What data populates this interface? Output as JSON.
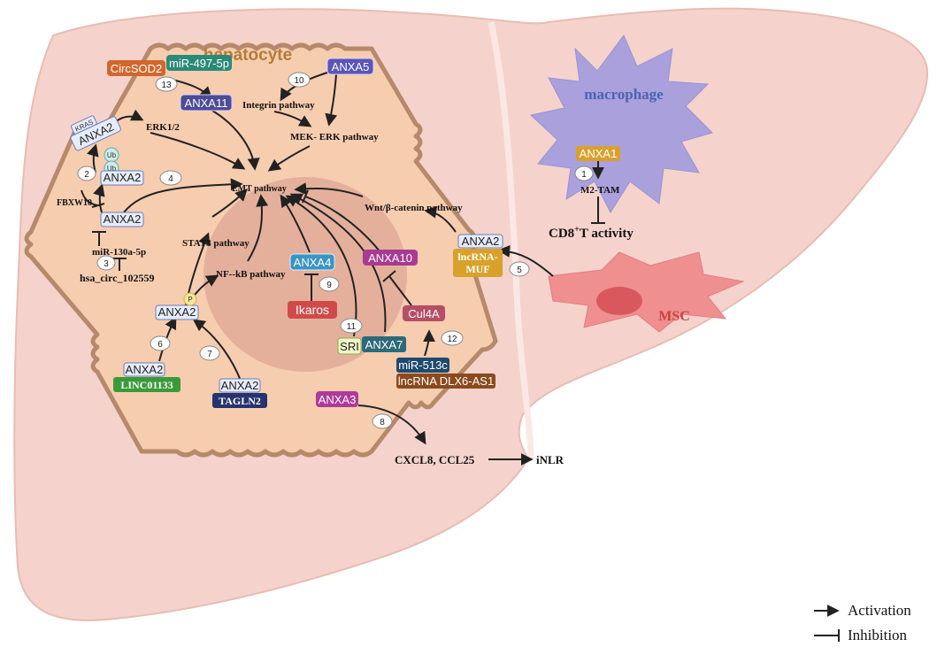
{
  "cells": {
    "hepatocyte": "hepatocyte",
    "macrophage": "macrophage",
    "msc": "MSC"
  },
  "boxes": {
    "circsod2": "CircSOD2",
    "mir497": "miR-497-5p",
    "anxa5": "ANXA5",
    "anxa11": "ANXA11",
    "kras": "KRAS",
    "anxa2_kras": "ANXA2",
    "ub1": "Ub",
    "ub2": "Ub",
    "anxa2_ub": "ANXA2",
    "anxa2_mir130": "ANXA2",
    "anxa2_p": "ANXA2",
    "p_badge": "P",
    "anxa2_linc": "ANXA2",
    "linc01133": "LINC01133",
    "anxa2_tagln": "ANXA2",
    "tagln2": "TAGLN2",
    "anxa4": "ANXA4",
    "ikaros": "Ikaros",
    "anxa10": "ANXA10",
    "cul4a": "Cul4A",
    "sri": "SRI",
    "anxa7": "ANXA7",
    "mir513c": "miR-513c",
    "lncrna_dlx6": "lncRNA DLX6-AS1",
    "anxa3": "ANXA3",
    "anxa2_muf": "ANXA2",
    "lncrna_muf_1": "lncRNA-",
    "lncrna_muf_2": "MUF",
    "anxa1": "ANXA1"
  },
  "labels": {
    "erk12": "ERK1/2",
    "integrin": "Integrin pathway",
    "mek_erk": "MEK- ERK pathway",
    "emt": "EMT pathway",
    "fbxw10": "FBXW10",
    "mir130": "miR-130a-5p",
    "hsa_circ": "hsa_circ_102559",
    "stat3": "STAT3 pathway",
    "nfkb": "NF--kB pathway",
    "wnt": "Wnt/β-catenin pathway",
    "m2tam": "M2-TAM",
    "cd8_pre": "CD8",
    "cd8_sup": "+",
    "cd8_post": "T activity",
    "cxcl": "CXCL8, CCL25",
    "inlr": "iNLR"
  },
  "steps": [
    "1",
    "2",
    "3",
    "4",
    "5",
    "6",
    "7",
    "8",
    "9",
    "10",
    "11",
    "12",
    "13"
  ],
  "legend": {
    "activation": "Activation",
    "inhibition": "Inhibition"
  },
  "colors": {
    "liver": "#f5d3cc",
    "hepatocyte_fill": "#f7cdb0",
    "hepatocyte_border": "#b5896a",
    "nucleus": "#dea596",
    "macrophage": "#a9a0dc",
    "msc": "#ef8f8f",
    "hepatocyte_text": "#b47c36",
    "macrophage_text": "#4a63b5",
    "msc_text": "#c9433b"
  }
}
